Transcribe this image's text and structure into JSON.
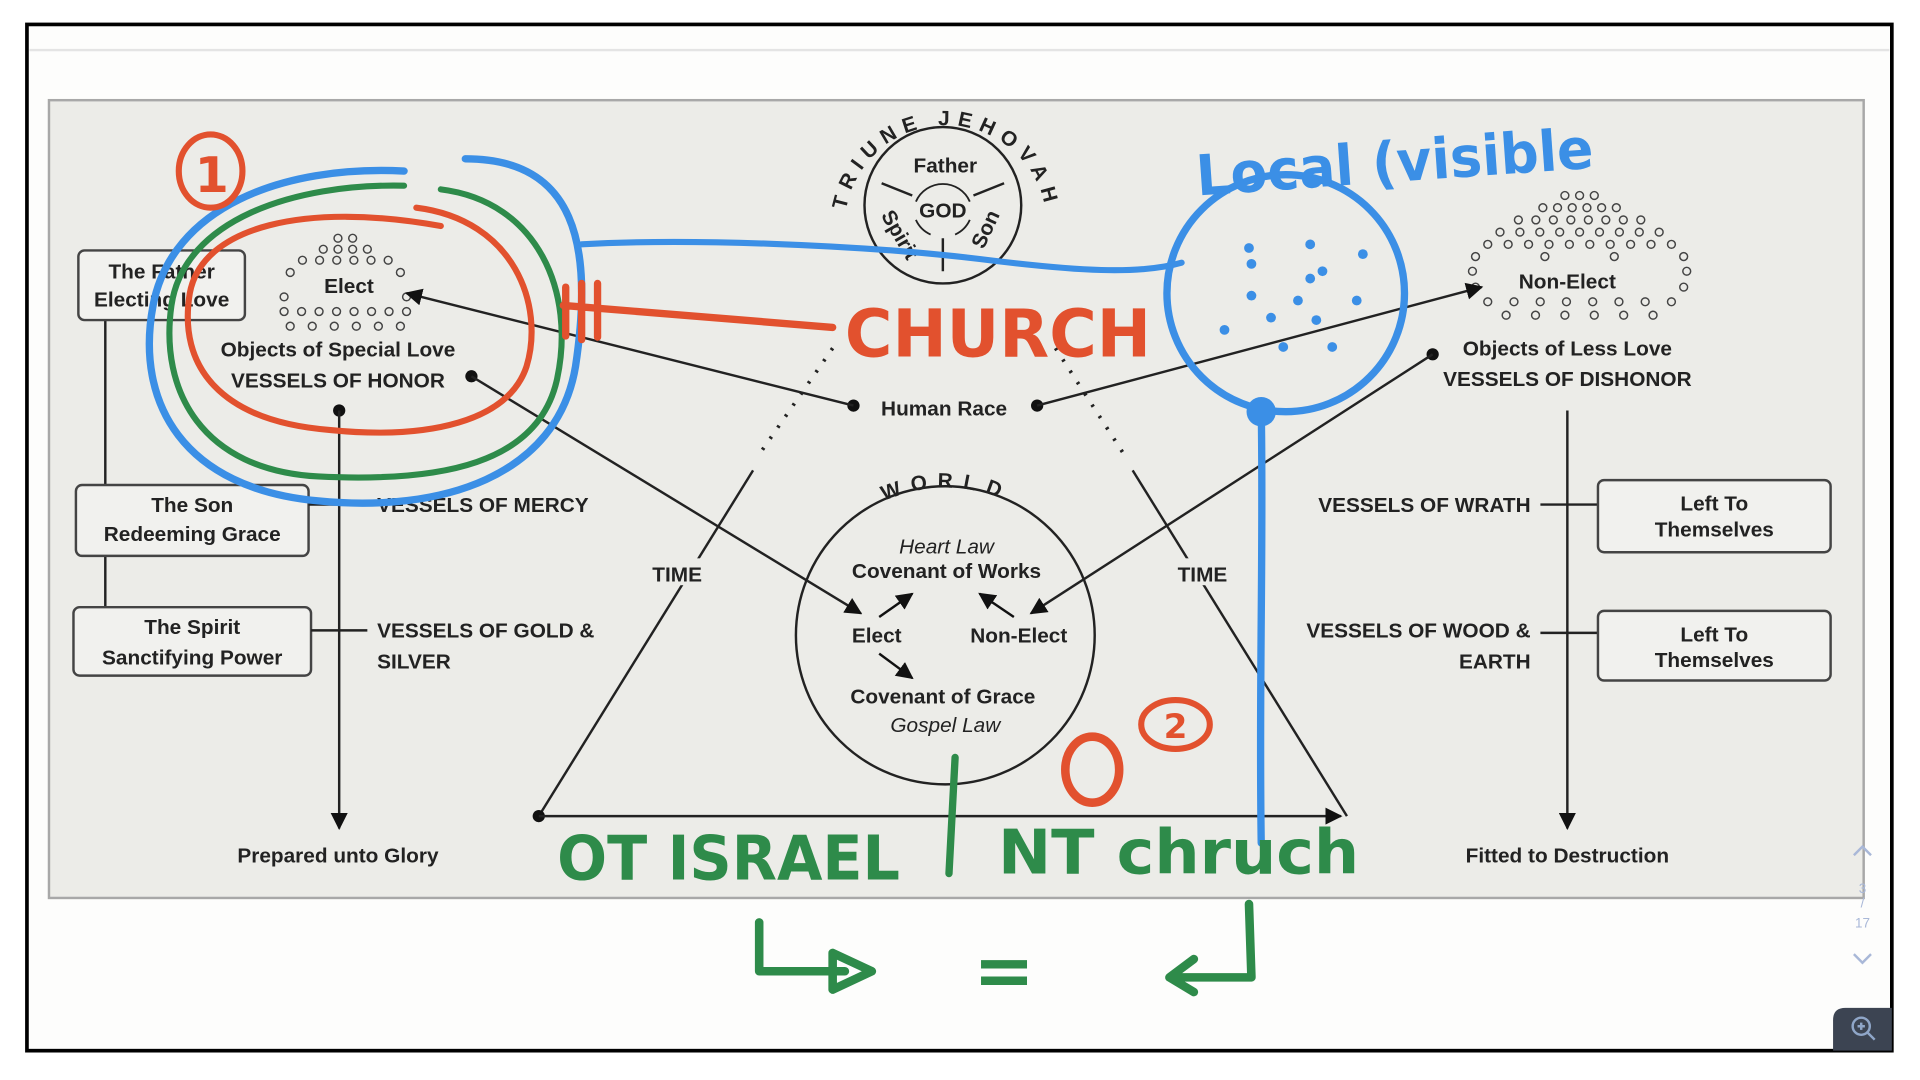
{
  "diagram": {
    "triune": {
      "arc_label": "TRIUNE JEHOVAH",
      "father": "Father",
      "god": "GOD",
      "spirit": "Spirit",
      "son": "Son"
    },
    "left": {
      "father_box": [
        "The Father",
        "Electing Love"
      ],
      "son_box": [
        "The Son",
        "Redeeming Grace"
      ],
      "spirit_box": [
        "The Spirit",
        "Sanctifying Power"
      ],
      "elect": "Elect",
      "objects": "Objects of Special Love",
      "vessels_honor": "VESSELS OF HONOR",
      "vessels_mercy": "VESSELS OF MERCY",
      "vessels_gold": [
        "VESSELS OF GOLD &",
        "SILVER"
      ],
      "end": "Prepared unto Glory"
    },
    "center": {
      "human_race": "Human Race",
      "time_left": "TIME",
      "time_right": "TIME",
      "world": "WORLD",
      "heart_law": "Heart Law",
      "covenant_works": "Covenant of Works",
      "elect": "Elect",
      "non_elect": "Non-Elect",
      "covenant_grace": "Covenant of Grace",
      "gospel_law": "Gospel Law"
    },
    "right": {
      "non_elect": "Non-Elect",
      "objects": "Objects of Less Love",
      "vessels_dishonor": "VESSELS OF DISHONOR",
      "vessels_wrath": "VESSELS OF WRATH",
      "vessels_wood": [
        "VESSELS OF WOOD &",
        "EARTH"
      ],
      "box1": [
        "Left To",
        "Themselves"
      ],
      "box2": [
        "Left To",
        "Themselves"
      ],
      "end": "Fitted to Destruction"
    }
  },
  "annotations": {
    "num1": "1",
    "num2": "2",
    "zero": "0",
    "church": "CHURCH",
    "local_visible": "Local (visible",
    "ot_israel": "OT ISRAEL",
    "nt_church": "NT chruch",
    "equals": "=",
    "colors": {
      "blue": "#3b8fe6",
      "red": "#e2512e",
      "green": "#2e8b4a"
    }
  },
  "viewer": {
    "page_current": "3",
    "page_sep": "/",
    "page_total": "17"
  }
}
